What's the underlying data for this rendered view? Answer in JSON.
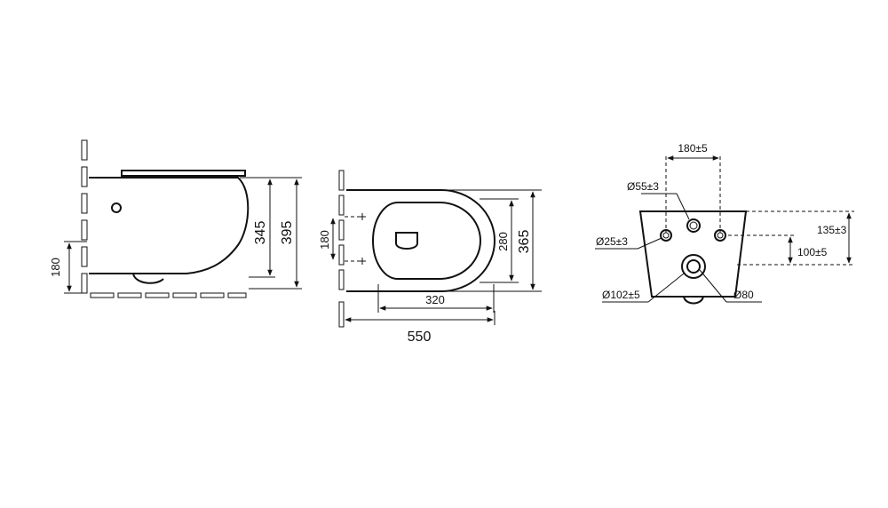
{
  "side_view": {
    "dim_mount_height": "180",
    "dim_height_inner": "345",
    "dim_height_total": "395"
  },
  "top_view": {
    "dim_bolt_spacing": "180",
    "dim_bowl_length": "320",
    "dim_total_length": "550",
    "dim_inner_width": "280",
    "dim_total_width": "365"
  },
  "rear_view": {
    "dim_bolt_centers": "180±5",
    "dim_water_inlet": "Ø55±3",
    "dim_bolt_holes": "Ø25±3",
    "dim_outlet_outer": "Ø102±5",
    "dim_outlet_inner": "Ø80",
    "dim_inlet_height": "135±3",
    "dim_bolt_height": "100±5"
  }
}
